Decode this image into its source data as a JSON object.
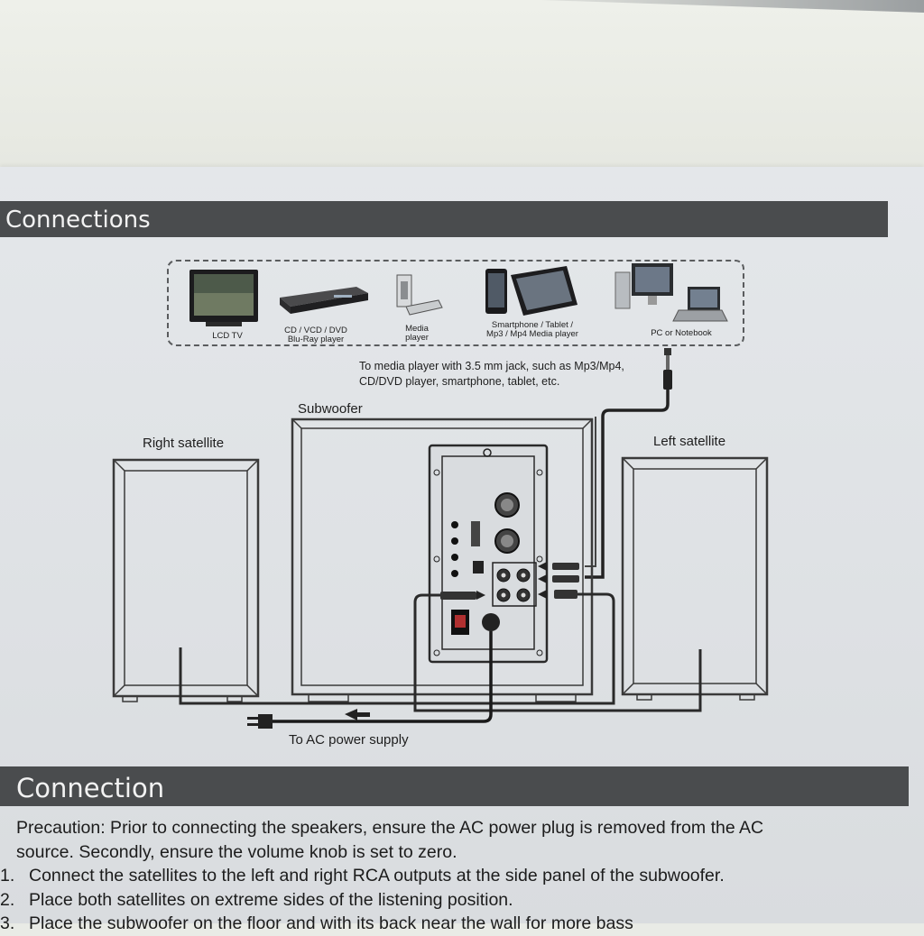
{
  "sections": {
    "connections_title": "Connections",
    "connection_title": "Connection"
  },
  "devices": [
    {
      "icon": "tv-icon",
      "label": "LCD TV"
    },
    {
      "icon": "disc-player-icon",
      "label": "CD / VCD / DVD\nBlu-Ray player"
    },
    {
      "icon": "media-player-icon",
      "label": "Media\nplayer"
    },
    {
      "icon": "smartphone-tablet-icon",
      "label": "Smartphone / Tablet /\nMp3 / Mp4  Media player"
    },
    {
      "icon": "pc-notebook-icon",
      "label": "PC or Notebook"
    }
  ],
  "diagram": {
    "media_note_line1": "To media player with 3.5 mm jack, such as Mp3/Mp4,",
    "media_note_line2": "CD/DVD player, smartphone, tablet, etc.",
    "subwoofer": "Subwoofer",
    "right_satellite": "Right satellite",
    "left_satellite": "Left satellite",
    "ac_supply": "To AC power supply"
  },
  "instructions": {
    "precaution_line1": "Precaution: Prior to connecting the speakers, ensure the AC power plug is removed from the AC",
    "precaution_line2": "source. Secondly, ensure the volume knob is set to zero.",
    "steps": [
      {
        "num": "1.",
        "text": "Connect the satellites to the left and right RCA outputs at the side panel of the subwoofer."
      },
      {
        "num": "2.",
        "text": "Place both satellites on extreme sides of the listening position."
      },
      {
        "num": "3.",
        "text": "Place the subwoofer on the floor and with its back near the wall for more bass"
      }
    ]
  },
  "colors": {
    "bar": "#4a4c4e",
    "paper": "#e2e5e8",
    "ink": "#1e1e1e"
  }
}
